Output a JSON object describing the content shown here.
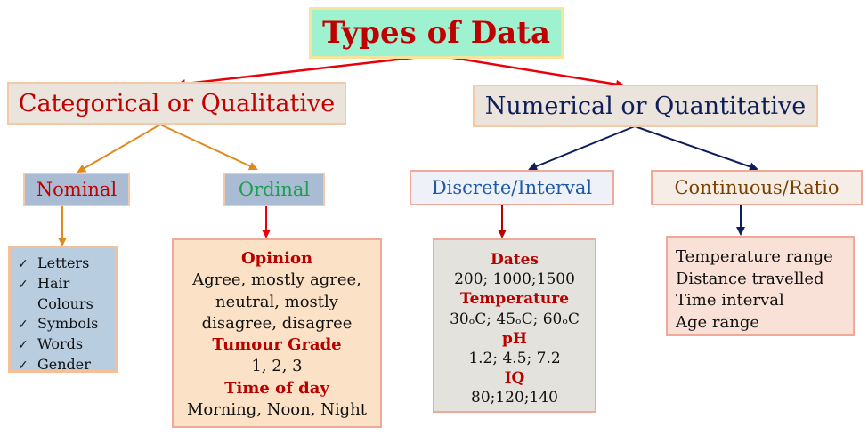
{
  "title": "Types of Data",
  "categorical": {
    "label": "Categorical or Qualitative",
    "nominal": {
      "label": "Nominal",
      "items": [
        "Letters",
        "Hair",
        "Colours",
        "Symbols",
        "Words",
        "Gender"
      ]
    },
    "ordinal": {
      "label": "Ordinal",
      "lines": [
        "Opinion",
        "Agree, mostly agree,",
        "neutral, mostly",
        "disagree, disagree",
        "Tumour Grade",
        "1, 2, 3",
        "Time of day",
        "Morning, Noon, Night"
      ]
    }
  },
  "numerical": {
    "label": "Numerical or Quantitative",
    "discrete": {
      "label": "Discrete/Interval",
      "lines": [
        "Dates",
        "200; 1000;1500",
        "Temperature",
        "30ₒC; 45ₒC; 60ₒC",
        "pH",
        "1.2; 4.5; 7.2",
        "IQ",
        "80;120;140"
      ]
    },
    "continuous": {
      "label": "Continuous/Ratio",
      "items": [
        "Temperature range",
        "Distance travelled",
        "Time interval",
        "Age range"
      ]
    }
  },
  "colors": {
    "heading_red": "#c00000",
    "heading_navy": "#0f1e5a",
    "arrow_red": "#e8000b",
    "arrow_orange": "#e08a1e",
    "arrow_navy": "#0f1e5a",
    "arrow_darkred": "#b80000"
  }
}
